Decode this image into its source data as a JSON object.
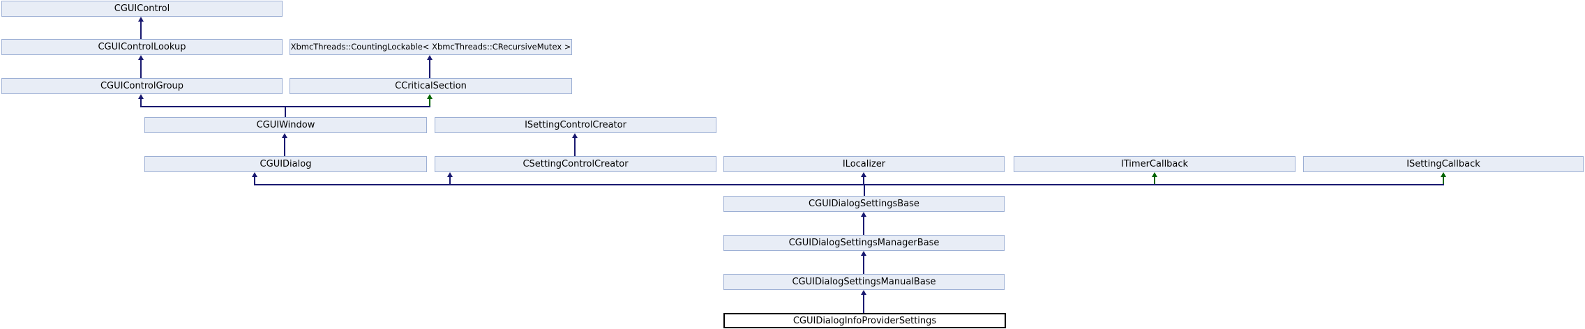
{
  "diagram": {
    "type": "class-inheritance-graph",
    "focus_class": "CGUIDialogInfoProviderSettings",
    "colors": {
      "node_fill": "#E8EDF6",
      "node_border": "#9CAFD4",
      "focus_node_fill": "#FFFFFF",
      "focus_node_border": "#000000",
      "public_inheritance_edge": "#191970",
      "protected_inheritance_edge": "#006400",
      "text": "#000000",
      "background": "#FFFFFF"
    },
    "nodes": {
      "cgui_control": {
        "label": "CGUIControl"
      },
      "cgui_control_lookup": {
        "label": "CGUIControlLookup"
      },
      "counting_lockable": {
        "label": "XbmcThreads::CountingLockable< XbmcThreads::CRecursiveMutex >"
      },
      "cgui_control_group": {
        "label": "CGUIControlGroup"
      },
      "ccritical_section": {
        "label": "CCriticalSection"
      },
      "cgui_window": {
        "label": "CGUIWindow"
      },
      "isetting_control_creator": {
        "label": "ISettingControlCreator"
      },
      "cgui_dialog": {
        "label": "CGUIDialog"
      },
      "csetting_control_creator": {
        "label": "CSettingControlCreator"
      },
      "ilocalizer": {
        "label": "ILocalizer"
      },
      "itimer_callback": {
        "label": "ITimerCallback"
      },
      "isetting_callback": {
        "label": "ISettingCallback"
      },
      "settings_base": {
        "label": "CGUIDialogSettingsBase"
      },
      "settings_manager_base": {
        "label": "CGUIDialogSettingsManagerBase"
      },
      "settings_manual_base": {
        "label": "CGUIDialogSettingsManualBase"
      },
      "info_provider_settings": {
        "label": "CGUIDialogInfoProviderSettings"
      }
    },
    "edges": [
      {
        "from": "CGUIControlLookup",
        "to": "CGUIControl",
        "type": "public",
        "style": "solid-navy"
      },
      {
        "from": "CGUIControlGroup",
        "to": "CGUIControlLookup",
        "type": "public",
        "style": "solid-navy"
      },
      {
        "from": "CCriticalSection",
        "to": "XbmcThreads::CountingLockable< XbmcThreads::CRecursiveMutex >",
        "type": "public",
        "style": "solid-navy"
      },
      {
        "from": "CGUIWindow",
        "to": "CGUIControlGroup",
        "type": "public",
        "style": "solid-navy"
      },
      {
        "from": "CGUIWindow",
        "to": "CCriticalSection",
        "type": "protected",
        "style": "dashed-green"
      },
      {
        "from": "CGUIDialog",
        "to": "CGUIWindow",
        "type": "public",
        "style": "solid-navy"
      },
      {
        "from": "CSettingControlCreator",
        "to": "ISettingControlCreator",
        "type": "public",
        "style": "solid-navy"
      },
      {
        "from": "CGUIDialogSettingsBase",
        "to": "CGUIDialog",
        "type": "public",
        "style": "solid-navy"
      },
      {
        "from": "CGUIDialogSettingsBase",
        "to": "CSettingControlCreator",
        "type": "public",
        "style": "solid-navy"
      },
      {
        "from": "CGUIDialogSettingsBase",
        "to": "ILocalizer",
        "type": "public",
        "style": "solid-navy"
      },
      {
        "from": "CGUIDialogSettingsBase",
        "to": "ITimerCallback",
        "type": "protected",
        "style": "dashed-green"
      },
      {
        "from": "CGUIDialogSettingsBase",
        "to": "ISettingCallback",
        "type": "protected",
        "style": "dashed-green"
      },
      {
        "from": "CGUIDialogSettingsManagerBase",
        "to": "CGUIDialogSettingsBase",
        "type": "public",
        "style": "solid-navy"
      },
      {
        "from": "CGUIDialogSettingsManualBase",
        "to": "CGUIDialogSettingsManagerBase",
        "type": "public",
        "style": "solid-navy"
      },
      {
        "from": "CGUIDialogInfoProviderSettings",
        "to": "CGUIDialogSettingsManualBase",
        "type": "public",
        "style": "solid-navy"
      }
    ]
  }
}
